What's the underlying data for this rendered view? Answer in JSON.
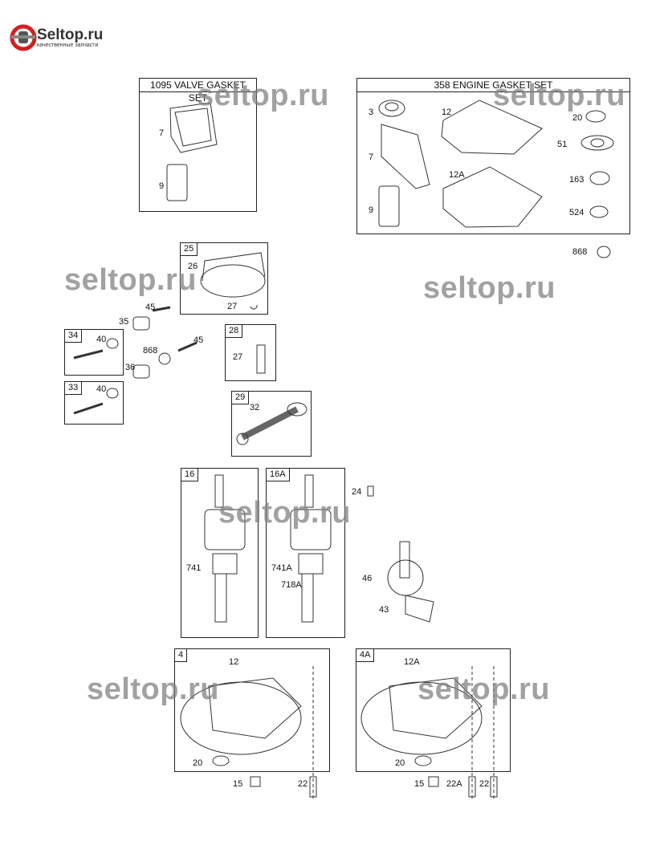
{
  "logo": {
    "name": "Seltop.ru",
    "tagline": "качественные запчасти",
    "accent": "#d42020"
  },
  "watermark": "seltop.ru",
  "boxes": {
    "valve_gasket_set": {
      "title": "1095 VALVE GASKET SET",
      "labels": [
        "7",
        "9"
      ]
    },
    "engine_gasket_set": {
      "title": "358 ENGINE GASKET SET",
      "labels": [
        "3",
        "12",
        "20",
        "7",
        "51",
        "12A",
        "163",
        "9",
        "524"
      ]
    },
    "piston": {
      "tag": "25",
      "labels": [
        "26",
        "27"
      ]
    },
    "valve_34": {
      "tag": "34",
      "labels": [
        "40"
      ]
    },
    "valve_33": {
      "tag": "33",
      "labels": [
        "40"
      ]
    },
    "pin": {
      "tag": "28",
      "labels": [
        "27"
      ]
    },
    "rod": {
      "tag": "29",
      "labels": [
        "32"
      ]
    },
    "crank_16": {
      "tag": "16",
      "labels": [
        "741"
      ]
    },
    "crank_16a": {
      "tag": "16A",
      "labels": [
        "741A",
        "718A"
      ]
    },
    "sump_4": {
      "tag": "4",
      "labels": [
        "12",
        "20"
      ]
    },
    "sump_4a": {
      "tag": "4A",
      "labels": [
        "12A",
        "20"
      ]
    }
  },
  "loose_labels": [
    "868",
    "45",
    "35",
    "868",
    "45",
    "36",
    "24",
    "46",
    "43",
    "15",
    "22",
    "15",
    "22A",
    "22"
  ]
}
